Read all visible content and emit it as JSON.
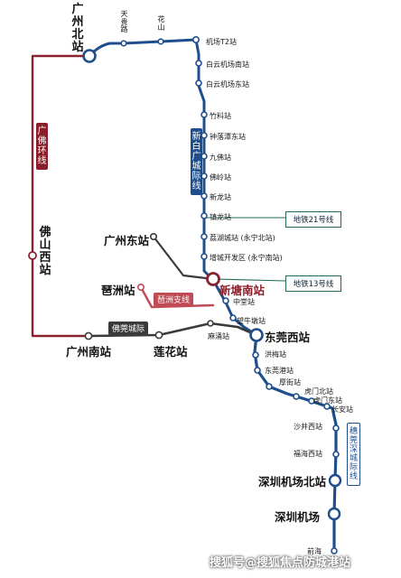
{
  "colors": {
    "xinbai_line": "#1f4e8c",
    "guangfo_ring": "#8b2230",
    "pixu_branch": "#c04a55",
    "fowan_intercity": "#3a3a3a",
    "station_fill": "#ffffff"
  },
  "lines": {
    "xinbai": "新白广城际线",
    "guangfo": "广佛环线",
    "pixu": "琶洲支线",
    "fowan": "佛莞城际",
    "guanshen": "穗莞深城际线"
  },
  "stations": {
    "guangzhou_north": "广州北站",
    "tianguilu": "天贵路",
    "huashan": "花山",
    "jichang_t2": "机场T2站",
    "baiyun_south": "白云机场南站",
    "baiyun_east": "白云机场东站",
    "zhuliao": "竹料站",
    "zhongluotan_east": "钟落潭东站",
    "jiufo": "九佛站",
    "foling": "佛岭站",
    "xinlong": "新龙站",
    "zhenlong": "镇龙站",
    "lihu_city": "荔湖城站 (永宁北站)",
    "zengcheng_dev": "增城开发区 (永宁南站)",
    "guangzhou_east": "广州东站",
    "xintang_south": "新塘南站",
    "zhongtang": "中堂站",
    "wangniudun": "望牛墩站",
    "mayong": "麻涌站",
    "dongguan_west": "东莞西站",
    "hongmei": "洪梅站",
    "dongguangang": "东莞港站",
    "houjie": "厚街站",
    "humen_north": "虎门北站",
    "humen_east": "虎门东站",
    "changan": "长安站",
    "shajing_west": "沙井西站",
    "fuhai_west": "福海西站",
    "sz_airport_north": "深圳机场北站",
    "sz_airport": "深圳机场",
    "qianhai": "前海",
    "foshan_west": "佛山西站",
    "guangzhou_south": "广州南站",
    "pazhou": "琶洲站",
    "lianhua": "莲花站"
  },
  "transfers": {
    "metro21": "地铁21号线",
    "metro13": "地铁13号线"
  },
  "watermark": "搜狐号@搜狐焦点防城港站"
}
